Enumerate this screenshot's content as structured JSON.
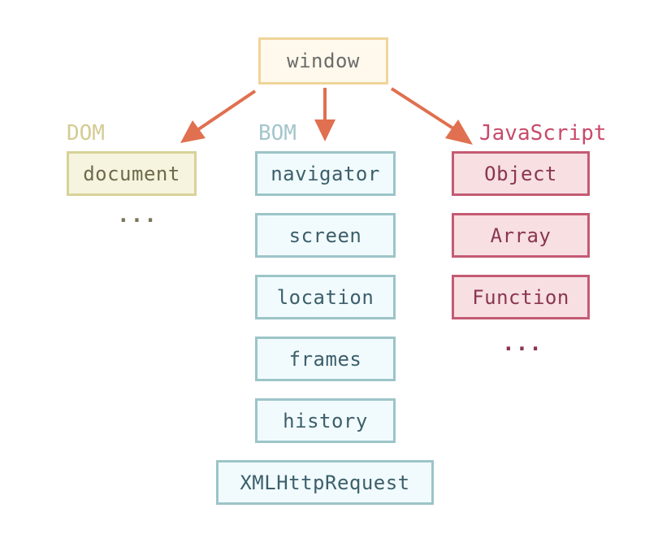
{
  "root": {
    "label": "window"
  },
  "groups": {
    "dom": {
      "title": "DOM",
      "items": [
        "document"
      ],
      "more": "..."
    },
    "bom": {
      "title": "BOM",
      "items": [
        "navigator",
        "screen",
        "location",
        "frames",
        "history",
        "XMLHttpRequest"
      ]
    },
    "javascript": {
      "title": "JavaScript",
      "items": [
        "Object",
        "Array",
        "Function"
      ],
      "more": "..."
    }
  },
  "colors": {
    "arrow": "#e0704f",
    "dom_label": "#d3cc92",
    "bom_label": "#a4c6cb",
    "js_label": "#c94a6a",
    "dots_dom": "#7a7658",
    "dots_js": "#8a3650"
  }
}
